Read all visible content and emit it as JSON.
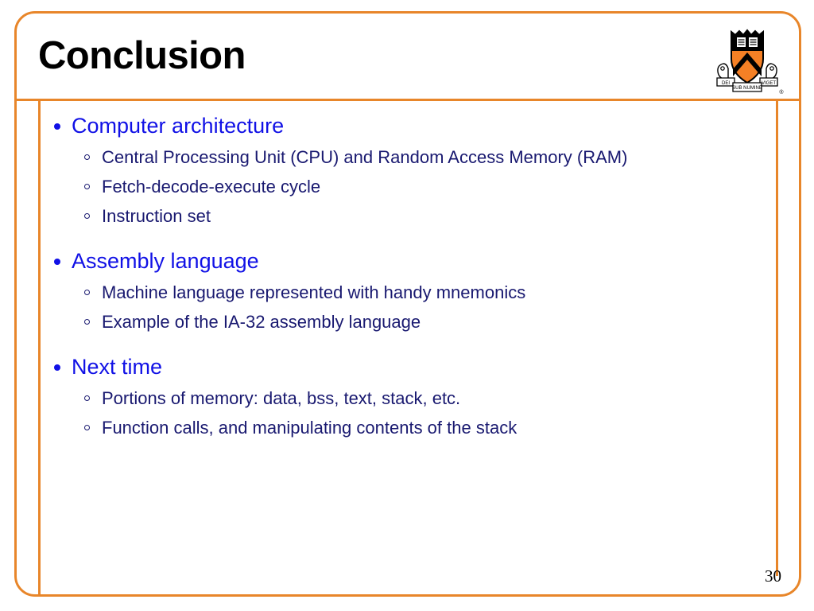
{
  "slide": {
    "title": "Conclusion",
    "page_number": "30",
    "accent_color": "#E8862A",
    "heading_color": "#1111E6",
    "subtext_color": "#191970",
    "background_color": "#FFFFFF"
  },
  "logo": {
    "name": "princeton-shield-logo",
    "shield_field_color": "#F58025",
    "shield_chief_color": "#000000",
    "motto": "DEI SUB NUMINE VIGET",
    "motto_parts": [
      "DEI",
      "SUB NUMINE",
      "VIGET"
    ],
    "registered_mark": "®"
  },
  "content": {
    "groups": [
      {
        "heading": "Computer architecture",
        "items": [
          "Central Processing Unit (CPU) and Random Access Memory (RAM)",
          "Fetch-decode-execute cycle",
          "Instruction set"
        ]
      },
      {
        "heading": "Assembly language",
        "items": [
          "Machine language represented with handy mnemonics",
          "Example of the IA-32 assembly language"
        ]
      },
      {
        "heading": "Next time",
        "items": [
          "Portions of memory: data, bss, text, stack, etc.",
          "Function calls, and manipulating contents of the stack"
        ]
      }
    ]
  }
}
